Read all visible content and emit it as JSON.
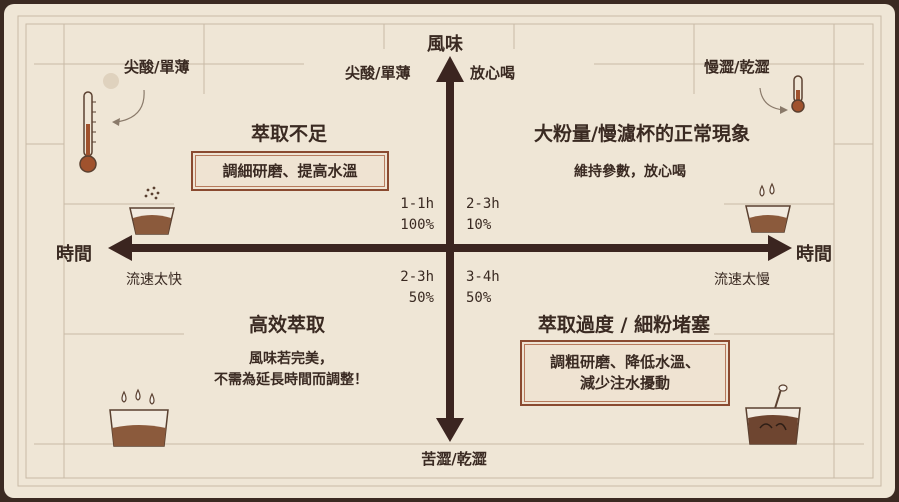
{
  "axes": {
    "top": "風味",
    "bottom": "苦澀/乾澀",
    "left": "時間",
    "right": "時間",
    "top_left_label": "尖酸/單薄",
    "top_right_label": "放心喝",
    "left_below": "流速太快",
    "right_below": "流速太慢"
  },
  "corners": {
    "top_left": "尖酸/單薄",
    "top_right": "慢澀/乾澀"
  },
  "quadrants": {
    "top_left": {
      "title": "萃取不足",
      "action": "調細研磨、提高水溫"
    },
    "top_right": {
      "title": "大粉量/慢濾杯的正常現象",
      "note": "維持參數，放心喝"
    },
    "bottom_left": {
      "title": "高效萃取",
      "note_line1": "風味若完美，",
      "note_line2": "不需為延長時間而調整！"
    },
    "bottom_right": {
      "title": "萃取過度 / 細粉堵塞",
      "action_line1": "調粗研磨、降低水溫、",
      "action_line2": "減少注水擾動"
    }
  },
  "center_stats": {
    "top_left": {
      "time": "1-1h",
      "pct": "100%"
    },
    "top_right": {
      "time": "2-3h",
      "pct": "10%"
    },
    "bottom_left": {
      "time": "2-3h",
      "pct": "50%"
    },
    "bottom_right": {
      "time": "3-4h",
      "pct": "50%"
    }
  },
  "colors": {
    "axis": "#3b2520",
    "box_border": "#8a4a30",
    "background": "#efe6d6"
  }
}
